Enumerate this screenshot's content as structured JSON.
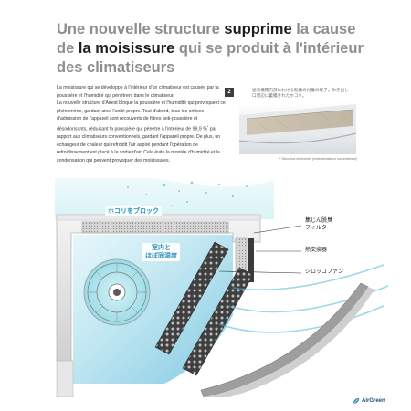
{
  "headline": {
    "seg1": "Une nouvelle structure ",
    "seg2": "supprime",
    "seg3": " la cause de ",
    "seg4": "la moisissure",
    "seg5": " qui se produit à l'intérieur des climatiseurs"
  },
  "body": {
    "p1": "La moisissure qui se développe à l'intérieur d'un climatiseur est causée par la poussière et l'humidité qui pénètrent dans le climatiseur.",
    "p2": "La nouvelle structure d'Airest bloque la poussière et l'humidité qui provoquent ce phénomène, gardant ainsi l'unité propre. Tout d'abord, tous les orifices d'admission de l'appareil sont recouverts de filtres anti-poussière et désodorisants, réduisant la poussière qui pénètre à l'intérieur de 99,9 %",
    "p2_sup": "*",
    "p2b": " par rapport aux climatiseurs conventionnels, gardant l'appareil propre. De plus, un échangeur de chaleur qui refroidit l'air aspiré pendant l'opération de refroidissement est placé à la sortie d'air. Cela évite la montée d'humidité et la condensation qui peuvent provoquer des moisissures."
  },
  "step": {
    "number": "2",
    "text": "従来機種内部における粉塵の付着の様子。吹き出し口周辺に蓄積されたホコリ。"
  },
  "photo_note": "* Selon nos recherches (notre climatiseur conventionnel)",
  "diagram": {
    "callout_dust": "ホコリをブロック",
    "callout_humidity_l1": "室内と",
    "callout_humidity_l2": "ほぼ同湿度",
    "label_filter_l1": "集じん脱臭",
    "label_filter_l2": "フィルター",
    "label_heat_exchanger": "熱交換器",
    "label_fan": "シロッコファン"
  },
  "brand": {
    "name": "AirGreen",
    "color": "#2a4b6a",
    "accent": "#2e8fb7"
  }
}
